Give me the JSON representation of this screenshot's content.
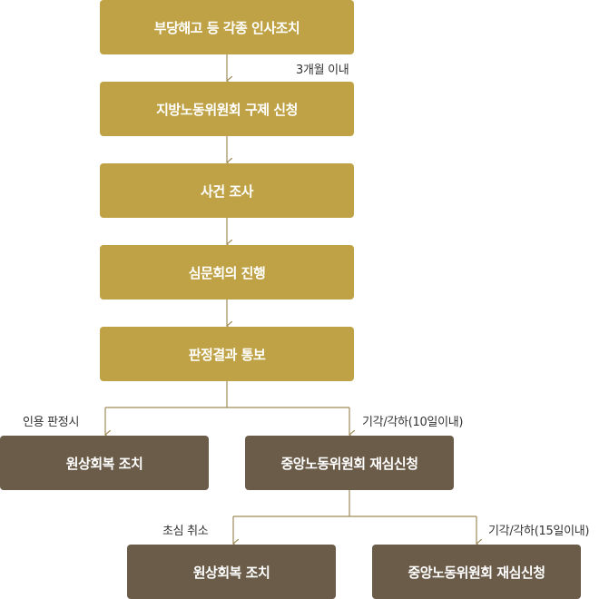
{
  "steps": [
    "부당해고 등 각종 인사조치",
    "지방노동위원회 구제 신청",
    "사건 조사",
    "심문회의 진행",
    "판정결과 통보"
  ],
  "labels": {
    "within_3_months": "3개월 이내",
    "accepted_1": "인용 판정시",
    "rejected_1": "기각/각하(10일이내)",
    "dismissed": "초심 취소",
    "rejected_2": "기각/각하(15일이내)"
  },
  "branch1": {
    "left": "원상회복 조치",
    "right": "중앙노동위원회 재심신청"
  },
  "branch2": {
    "left": "원상회복 조치",
    "right": "중앙노동위원회 재심신청"
  },
  "colors": {
    "gold": "#bfa245",
    "dark": "#6b5c49",
    "line": "#a08c5a"
  }
}
